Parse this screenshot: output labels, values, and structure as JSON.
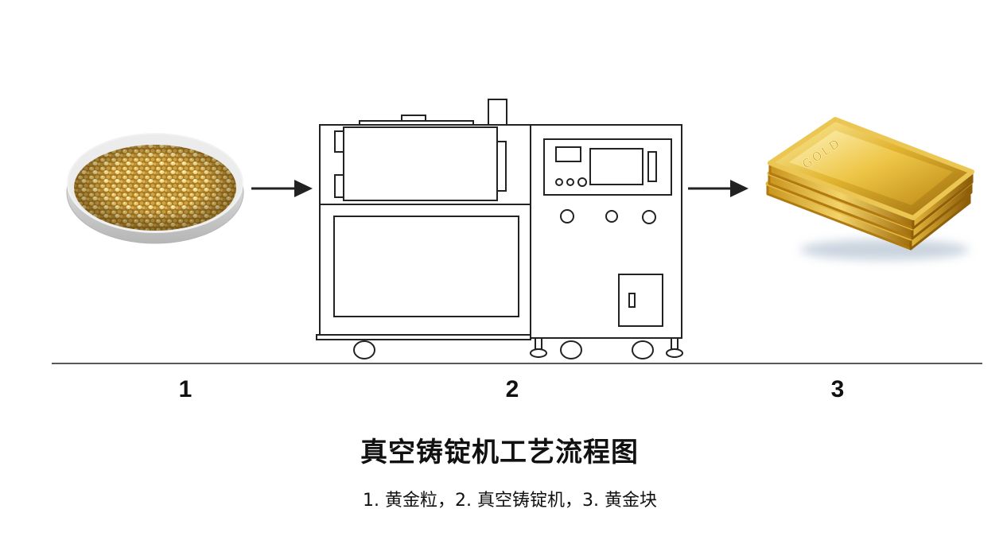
{
  "diagram": {
    "title": "真空铸锭机工艺流程图",
    "caption": "1. 黄金粒，2. 真空铸锭机，3. 黄金块",
    "steps": [
      {
        "label": "1",
        "icon": "gold-granules-dish-icon"
      },
      {
        "label": "2",
        "icon": "vacuum-casting-machine-icon"
      },
      {
        "label": "3",
        "icon": "gold-bars-icon"
      }
    ],
    "gold_bar_stamp": "GOLD",
    "colors": {
      "line": "#222222",
      "gold_light": "#fff1a6",
      "gold_mid": "#e2b532",
      "gold_dark": "#9a6a0a",
      "background": "#ffffff"
    }
  }
}
